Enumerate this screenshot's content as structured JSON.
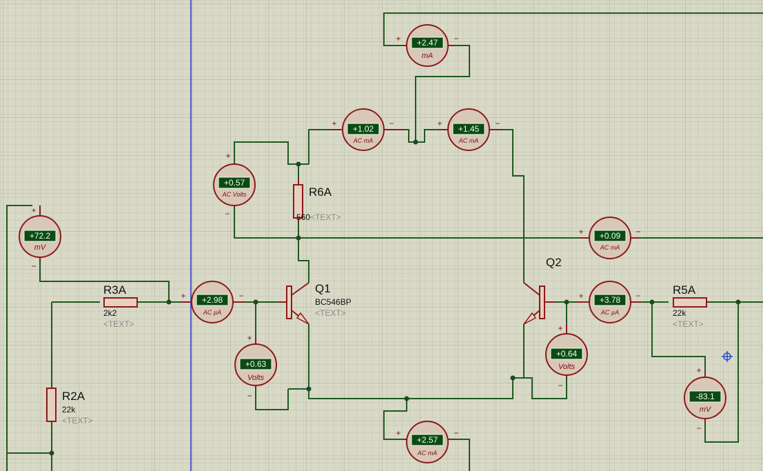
{
  "resistors": {
    "r6a": {
      "name": "R6A",
      "value": "560",
      "text": "<TEXT>"
    },
    "r3a": {
      "name": "R3A",
      "value": "2k2",
      "text": "<TEXT>"
    },
    "r2a": {
      "name": "R2A",
      "value": "22k",
      "text": "<TEXT>"
    },
    "r5a": {
      "name": "R5A",
      "value": "22k",
      "text": "<TEXT>"
    }
  },
  "transistors": {
    "q1": {
      "name": "Q1",
      "model": "BC546BP",
      "text": "<TEXT>"
    },
    "q2": {
      "name": "Q2"
    }
  },
  "meters": {
    "top_ma": {
      "reading": "+2.47",
      "unit": "mA"
    },
    "ac_ma_left": {
      "reading": "+1.02",
      "unit": "AC mA"
    },
    "ac_ma_right": {
      "reading": "+1.45",
      "unit": "AC mA"
    },
    "ac_volts": {
      "reading": "+0.57",
      "unit": "AC Volts"
    },
    "mv_left": {
      "reading": "+72.2",
      "unit": "mV"
    },
    "ac_ua_left": {
      "reading": "+2.98",
      "unit": "AC µA"
    },
    "volts_left": {
      "reading": "+0.63",
      "unit": "Volts"
    },
    "ac_ma_mid": {
      "reading": "+0.09",
      "unit": "AC mA"
    },
    "ac_ua_right": {
      "reading": "+3.78",
      "unit": "AC µA"
    },
    "volts_right": {
      "reading": "+0.64",
      "unit": "Volts"
    },
    "mv_right": {
      "reading": "-83.1",
      "unit": "mV"
    },
    "ac_ma_bottom": {
      "reading": "+2.57",
      "unit": "AC mA"
    }
  },
  "polarity": {
    "plus": "+",
    "minus": "−"
  },
  "colors": {
    "background": "#d9d9c8",
    "grid_minor": "#c4c4b2",
    "grid_major": "#b3b3a0",
    "wire": "#1d5a1d",
    "component": "#8b1a1a",
    "meter_fill": "#d8c8b8",
    "lcd": "#0c4a14",
    "origin_axis": "#2030c8",
    "cursor": "#1a3ad0"
  }
}
